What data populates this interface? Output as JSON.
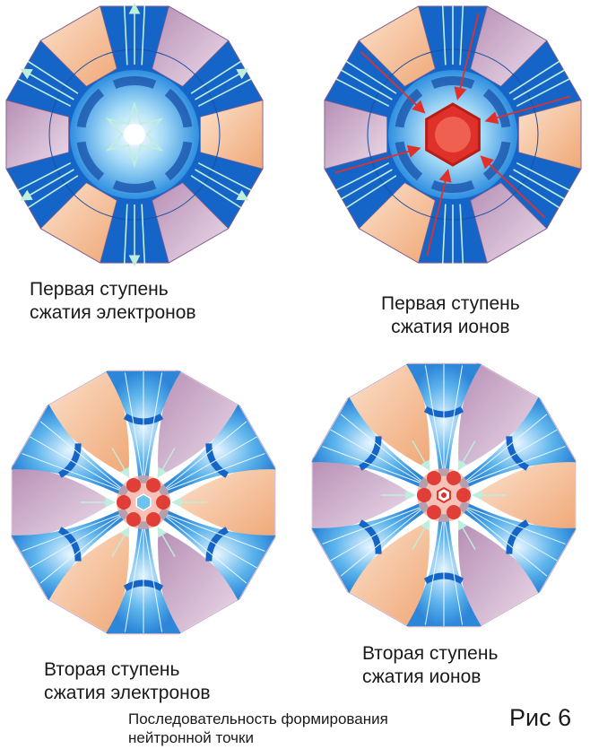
{
  "panels": [
    {
      "caption_line1": "Первая ступень",
      "caption_line2": "сжатия электронов"
    },
    {
      "caption_line1": "Первая ступень",
      "caption_line2": "сжатия ионов"
    },
    {
      "caption_line1": "Вторая ступень",
      "caption_line2": "сжатия электронов"
    },
    {
      "caption_line1": "Вторая ступень",
      "caption_line2": "сжатия ионов"
    }
  ],
  "footer": {
    "line1": "Последовательность формирования",
    "line2": "нейтронной точки"
  },
  "figure_label": "Рис 6",
  "colors": {
    "blue_dark": "#1565c8",
    "blue_mid": "#2f8fe0",
    "blue_light": "#a8dcf7",
    "peach": "#f0a877",
    "lavender": "#b78fb5",
    "field_line": "#bfeedd",
    "red": "#e0302a"
  }
}
